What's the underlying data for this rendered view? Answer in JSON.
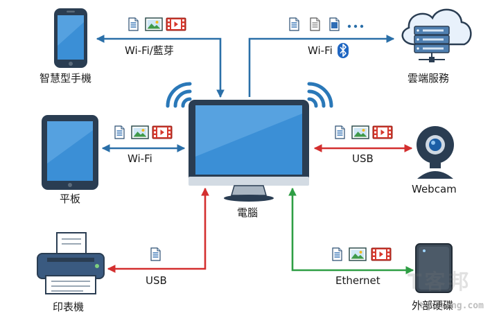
{
  "devices": {
    "computer": "電腦",
    "smartphone": "智慧型手機",
    "cloud": "雲端服務",
    "tablet": "平板",
    "webcam": "Webcam",
    "printer": "印表機",
    "external_drive": "外部硬碟"
  },
  "connections": {
    "smartphone": "Wi-Fi/藍芽",
    "cloud": "Wi-Fi",
    "tablet": "Wi-Fi",
    "webcam": "USB",
    "printer": "USB",
    "external_drive": "Ethernet"
  },
  "colors": {
    "wifi_link": "#2a6fa8",
    "usb_link": "#d32f2f",
    "ethernet_link": "#2e9e44",
    "screen": "#3b8fd6",
    "wifi_signal": "#2a78b8"
  },
  "watermark": {
    "logo": "T客邦",
    "domain": "techbang.com"
  }
}
